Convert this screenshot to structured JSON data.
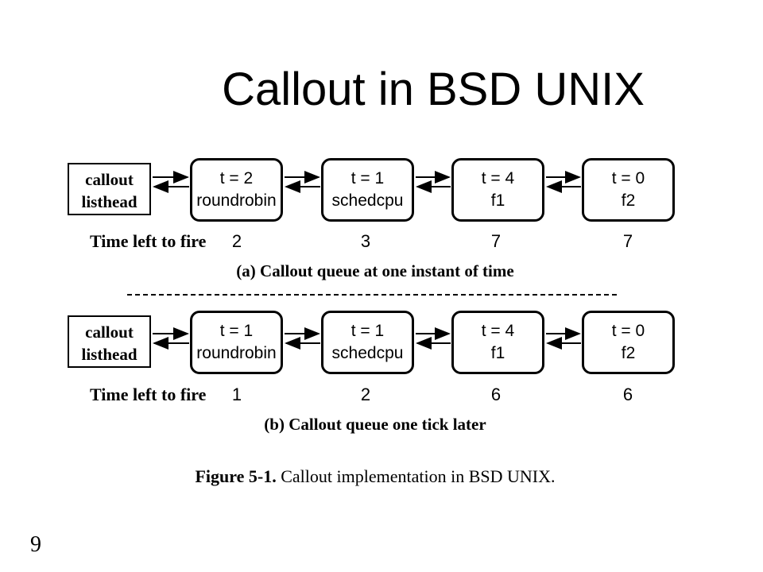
{
  "title": "Callout in BSD UNIX",
  "slide_number": "9",
  "diagram": {
    "head_line1": "callout",
    "head_line2": "listhead",
    "time_left_label": "Time left to fire",
    "panel_a": {
      "caption": "(a)  Callout queue at one instant of time",
      "nodes": [
        {
          "t": "t = 2",
          "name": "roundrobin",
          "time_left": "2"
        },
        {
          "t": "t = 1",
          "name": "schedcpu",
          "time_left": "3"
        },
        {
          "t": "t = 4",
          "name": "f1",
          "time_left": "7"
        },
        {
          "t": "t = 0",
          "name": "f2",
          "time_left": "7"
        }
      ]
    },
    "panel_b": {
      "caption": "(b)  Callout queue one tick later",
      "nodes": [
        {
          "t": "t = 1",
          "name": "roundrobin",
          "time_left": "1"
        },
        {
          "t": "t = 1",
          "name": "schedcpu",
          "time_left": "2"
        },
        {
          "t": "t = 4",
          "name": "f1",
          "time_left": "6"
        },
        {
          "t": "t = 0",
          "name": "f2",
          "time_left": "6"
        }
      ]
    },
    "figure_caption_bold": "Figure 5-1.",
    "figure_caption_text": " Callout implementation in BSD UNIX."
  }
}
